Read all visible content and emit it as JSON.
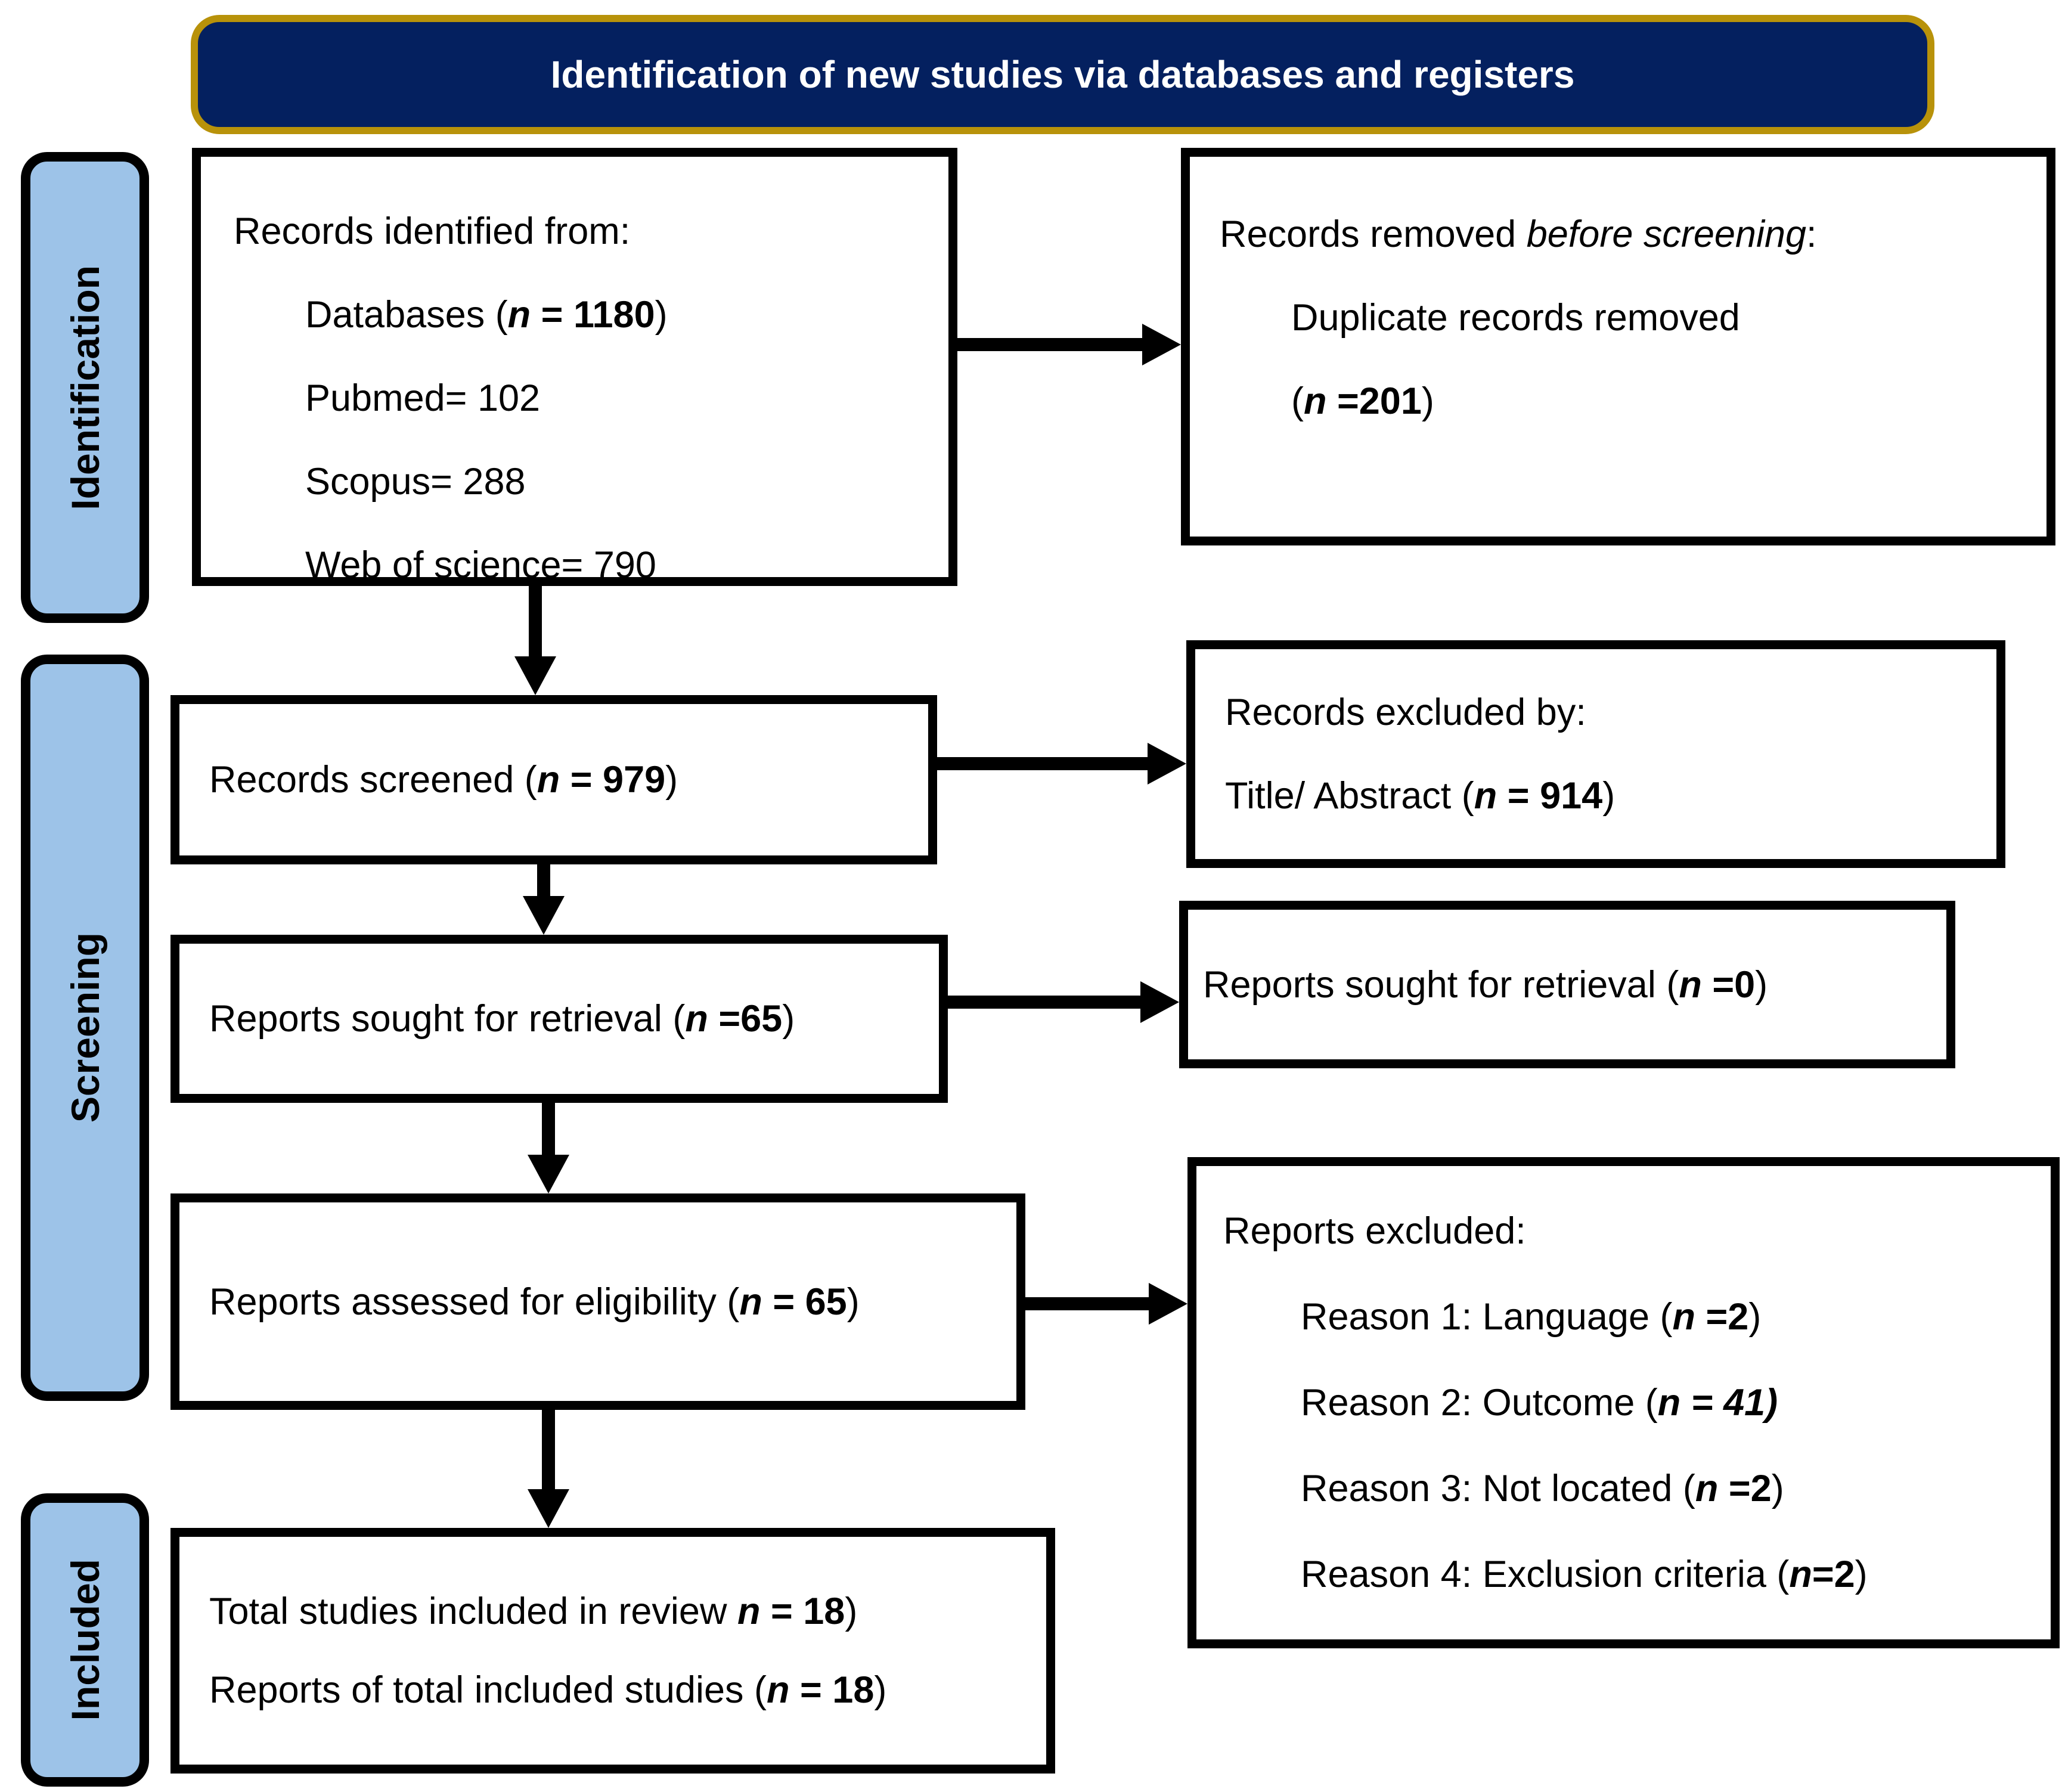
{
  "colors": {
    "banner_bg": "#04205f",
    "banner_border": "#b8920a",
    "banner_text": "#ffffff",
    "stage_bg": "#9dc3e8",
    "box_border": "#000000",
    "text": "#000000"
  },
  "banner": {
    "title": "Identification of new studies via databases and registers"
  },
  "stages": [
    {
      "label": "Identification"
    },
    {
      "label": "Screening"
    },
    {
      "label": "Included"
    }
  ],
  "boxes": {
    "records_identified": {
      "l1": "Records identified from:",
      "l2": {
        "pre": "Databases (",
        "n": "n",
        "val": " = 1180",
        "close": ")"
      },
      "l3": "Pubmed= 102",
      "l4": "Scopus= 288",
      "l5": "Web of science= 790"
    },
    "records_removed": {
      "l1pre": "Records removed ",
      "l1italic": "before screening",
      "l1post": ":",
      "l2": "Duplicate records removed",
      "l3": {
        "pre": "(",
        "n": "n",
        "val": " =201",
        "close": ")"
      }
    },
    "records_screened": {
      "pre": "Records screened (",
      "n": "n",
      "val": " = 979",
      "close": ")"
    },
    "records_excluded_by": {
      "l1": "Records excluded by:",
      "l2": {
        "pre": "Title/ Abstract (",
        "n": "n",
        "val": " = 914",
        "close": ")"
      }
    },
    "reports_sought": {
      "pre": "Reports sought for retrieval (",
      "n": "n",
      "val": " =65",
      "close": ")"
    },
    "reports_sought_right": {
      "pre": "Reports sought for retrieval (",
      "n": "n",
      "val": " =0",
      "close": ")"
    },
    "reports_assessed": {
      "pre": "Reports assessed for eligibility (",
      "n": "n",
      "val": " = 65",
      "close": ")"
    },
    "reports_excluded": {
      "title": "Reports excluded:",
      "r1": {
        "pre": "Reason 1: Language (",
        "n": "n",
        "val": " =2",
        "close": ")"
      },
      "r2": {
        "pre": "Reason 2: Outcome (",
        "n": "n",
        "val": " = 41)",
        "close": ""
      },
      "r3": {
        "pre": "Reason 3: Not located (",
        "n": "n",
        "val": " =2",
        "close": ")"
      },
      "r4": {
        "pre": "Reason 4: Exclusion criteria (",
        "n": "n",
        "val": "=2",
        "close": ")"
      }
    },
    "included": {
      "l1": {
        "pre": "Total studies included in review ",
        "n": "n",
        "val": " = 18",
        "close": ")"
      },
      "l2": {
        "pre": "Reports of total included studies (",
        "n": "n",
        "val": " = 18",
        "close": ")"
      }
    }
  }
}
